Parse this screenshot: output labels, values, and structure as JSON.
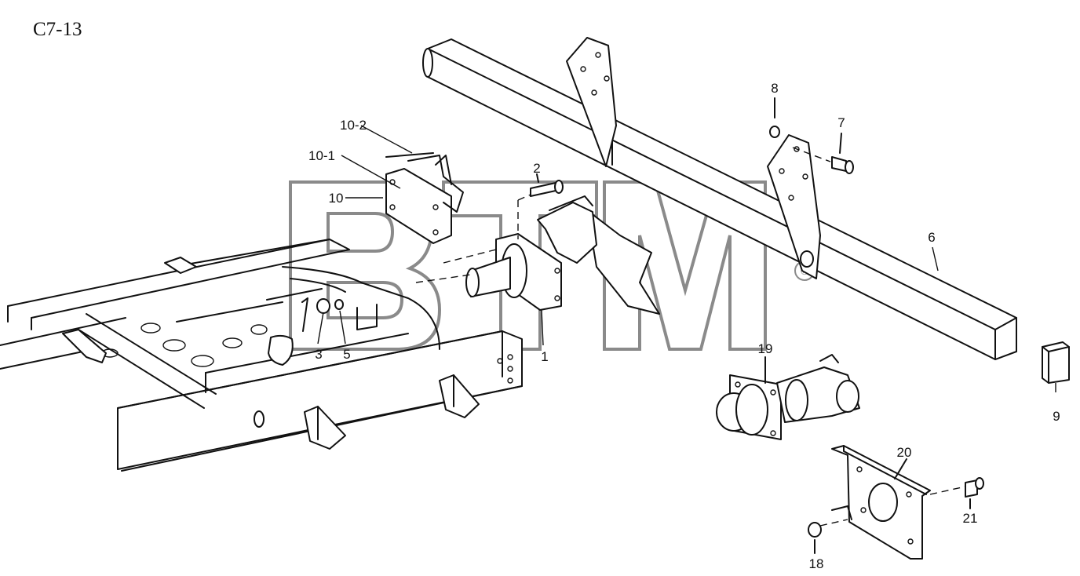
{
  "diagram": {
    "code": "C7-13",
    "watermark": {
      "text": "BTM",
      "mark": "®"
    },
    "callouts": [
      {
        "id": "c1",
        "label": "1"
      },
      {
        "id": "c2",
        "label": "2"
      },
      {
        "id": "c3",
        "label": "3"
      },
      {
        "id": "c5",
        "label": "5"
      },
      {
        "id": "c6",
        "label": "6"
      },
      {
        "id": "c7",
        "label": "7"
      },
      {
        "id": "c8",
        "label": "8"
      },
      {
        "id": "c9",
        "label": "9"
      },
      {
        "id": "c10",
        "label": "10"
      },
      {
        "id": "c10_1",
        "label": "10-1"
      },
      {
        "id": "c10_2",
        "label": "10-2"
      },
      {
        "id": "c18",
        "label": "18"
      },
      {
        "id": "c19",
        "label": "19"
      },
      {
        "id": "c20",
        "label": "20"
      },
      {
        "id": "c21",
        "label": "21"
      }
    ]
  }
}
